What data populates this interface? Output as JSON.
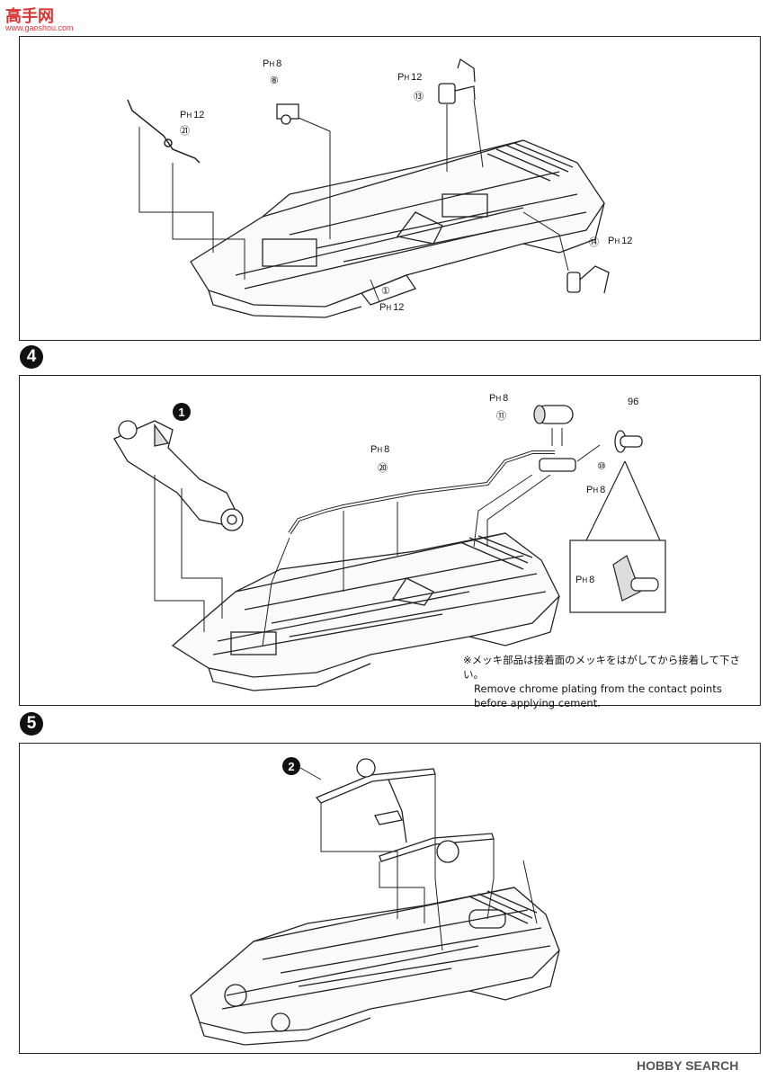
{
  "watermark": {
    "top_logo_chars": "高手网",
    "top_url": "www.gaoshou.com",
    "bottom_brand": "HOBBY SEARCH"
  },
  "steps": [
    {
      "number": "",
      "parts": [
        {
          "num": "⑧",
          "paint": "8"
        },
        {
          "num": "⑬",
          "paint": "12"
        },
        {
          "num": "㉑",
          "paint": "12"
        },
        {
          "num": "⑭",
          "paint": "12"
        },
        {
          "num": "①",
          "paint": "12"
        }
      ]
    },
    {
      "number": "4",
      "parts": [
        {
          "num": "1"
        },
        {
          "num": "⑳",
          "paint": "8"
        },
        {
          "num": "⑪",
          "paint": "8"
        },
        {
          "num": "⑩",
          "paint": "8"
        },
        {
          "num": "96",
          "paint": "8"
        }
      ],
      "note_ja": "※メッキ部品は接着面のメッキをはがしてから接着して下さい。",
      "note_en_1": "Remove chrome plating from the contact points",
      "note_en_2": "before applying cement."
    },
    {
      "number": "5",
      "parts": [
        {
          "num": "2"
        }
      ]
    }
  ],
  "paint_prefix": "P",
  "paint_sub": "H"
}
